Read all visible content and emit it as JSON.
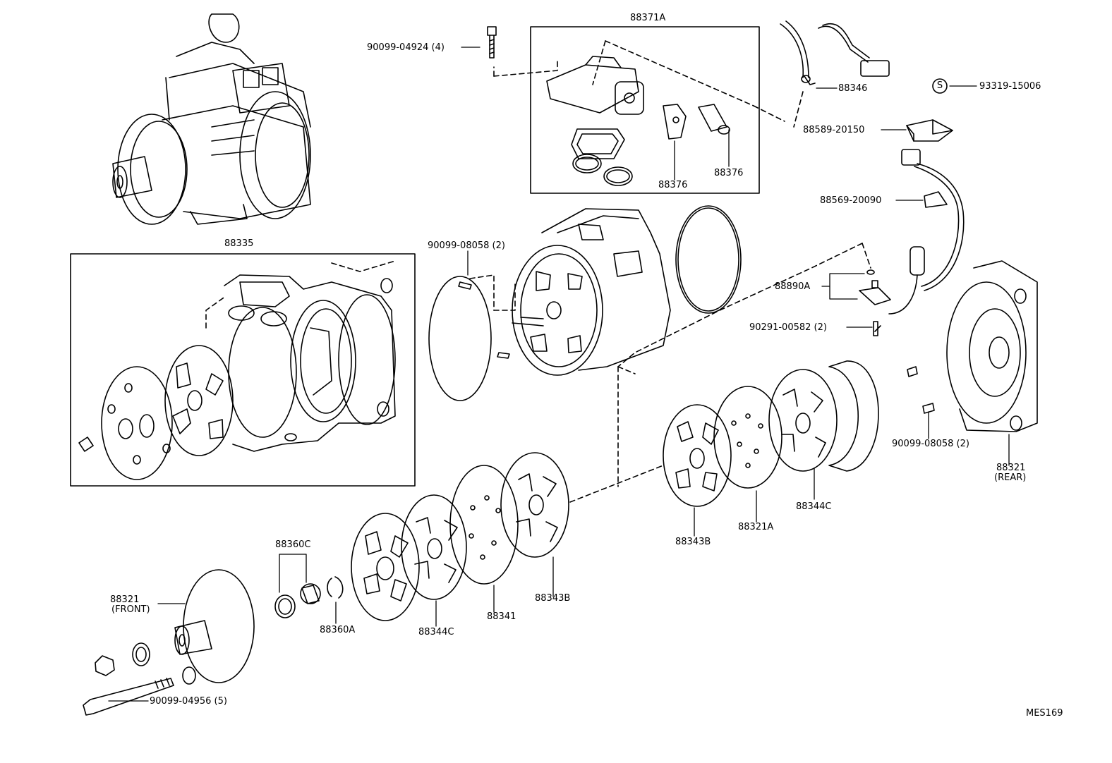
{
  "diagram_id": "MES169",
  "labels": {
    "p_88371A": "88371A",
    "p_90099_04924": "90099-04924 (4)",
    "p_88346": "88346",
    "p_93319_15006": "93319-15006",
    "p_88589_20150": "88589-20150",
    "p_88376_a": "88376",
    "p_88376_b": "88376",
    "p_88569_20090": "88569-20090",
    "p_88335": "88335",
    "p_90099_08058_top": "90099-08058 (2)",
    "p_88890A": "88890A",
    "p_90291_00582": "90291-00582 (2)",
    "p_90099_08058_rear": "90099-08058 (2)",
    "p_88321_rear": "88321",
    "p_88321_rear_note": "(REAR)",
    "p_88344C_right": "88344C",
    "p_88321A": "88321A",
    "p_88343B_right": "88343B",
    "p_88360C": "88360C",
    "p_88321_front": "88321",
    "p_88321_front_note": "(FRONT)",
    "p_88360A": "88360A",
    "p_88344C_left": "88344C",
    "p_88341": "88341",
    "p_88343B_left": "88343B",
    "p_90099_04956": "90099-04956 (5)",
    "s_marker": "S"
  }
}
